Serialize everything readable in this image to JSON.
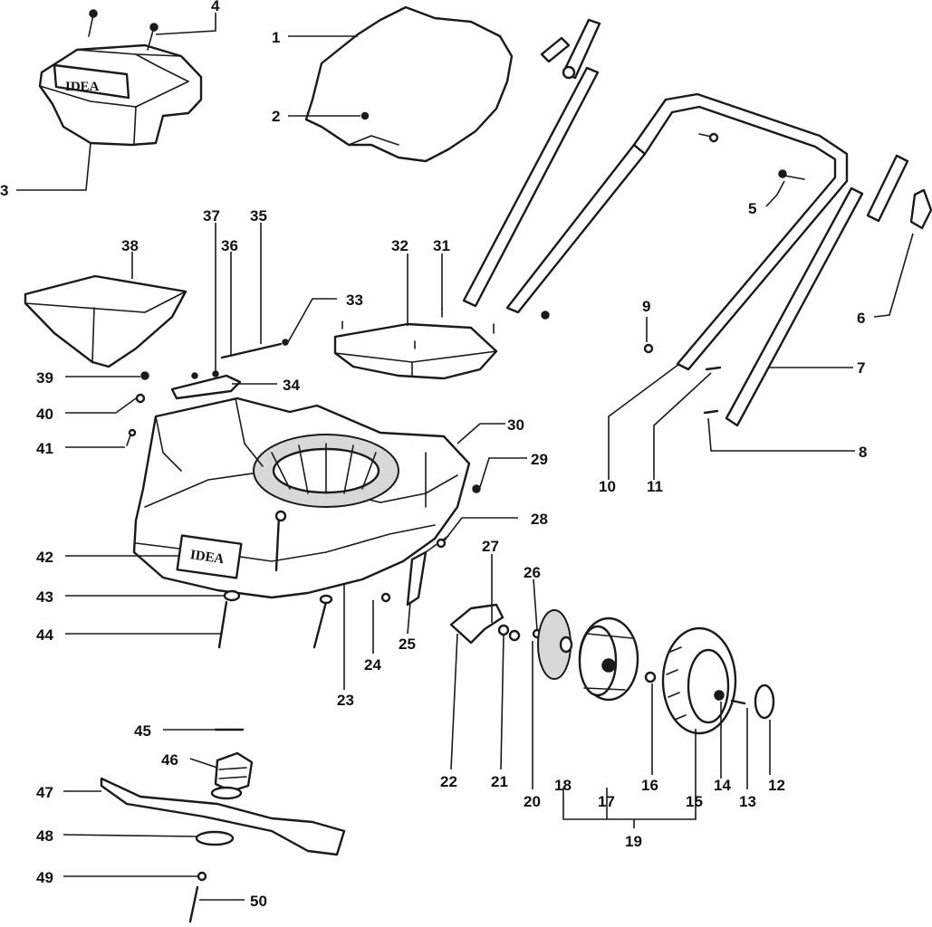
{
  "brand_text": "IDEA",
  "colors": {
    "ink": "#1a1a1a",
    "paper": "#ffffff"
  },
  "callouts": {
    "n1": "1",
    "n2": "2",
    "n3": "3",
    "n4": "4",
    "n5": "5",
    "n6": "6",
    "n7": "7",
    "n8": "8",
    "n9": "9",
    "n10": "10",
    "n11": "11",
    "n12": "12",
    "n13": "13",
    "n14": "14",
    "n15": "15",
    "n16": "16",
    "n17": "17",
    "n18": "18",
    "n19": "19",
    "n20": "20",
    "n21": "21",
    "n22": "22",
    "n23": "23",
    "n24": "24",
    "n25": "25",
    "n26": "26",
    "n27": "27",
    "n28": "28",
    "n29": "29",
    "n30": "30",
    "n31": "31",
    "n32": "32",
    "n33": "33",
    "n34": "34",
    "n35": "35",
    "n36": "36",
    "n37": "37",
    "n38": "38",
    "n39": "39",
    "n40": "40",
    "n41": "41",
    "n42": "42",
    "n43": "43",
    "n44": "44",
    "n45": "45",
    "n46": "46",
    "n47": "47",
    "n48": "48",
    "n49": "49",
    "n50": "50"
  }
}
